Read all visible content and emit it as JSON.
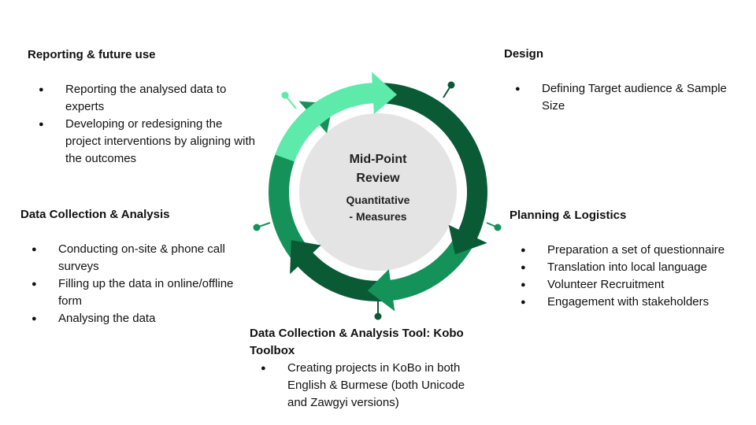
{
  "center": {
    "title_line1": "Mid-Point",
    "title_line2": "Review",
    "subtitle_line1": "Quantitative",
    "subtitle_line2": "- Measures"
  },
  "colors": {
    "light_green": "#5EEAAA",
    "mid_green": "#14925A",
    "dark_green": "#0A5A36",
    "inner_grey": "#E4E4E4"
  },
  "sections": {
    "reporting": {
      "title": "Reporting & future use",
      "items": [
        "Reporting the analysed data to experts",
        "Developing or redesigning the project interventions by aligning with the outcomes"
      ]
    },
    "design": {
      "title": "Design",
      "items": [
        "Defining Target audience & Sample Size"
      ]
    },
    "collection": {
      "title": "Data Collection & Analysis",
      "items": [
        "Conducting on-site & phone call surveys",
        "Filling up the data in online/offline form",
        "Analysing the data"
      ]
    },
    "planning": {
      "title": "Planning & Logistics",
      "items": [
        "Preparation a set of questionnaire",
        "Translation into local language",
        "Volunteer Recruitment",
        "Engagement with stakeholders"
      ]
    },
    "tool": {
      "title": "Data Collection & Analysis Tool: Kobo Toolbox",
      "items": [
        "Creating projects in KoBo in both English & Burmese (both Unicode and Zawgyi versions)"
      ]
    }
  }
}
